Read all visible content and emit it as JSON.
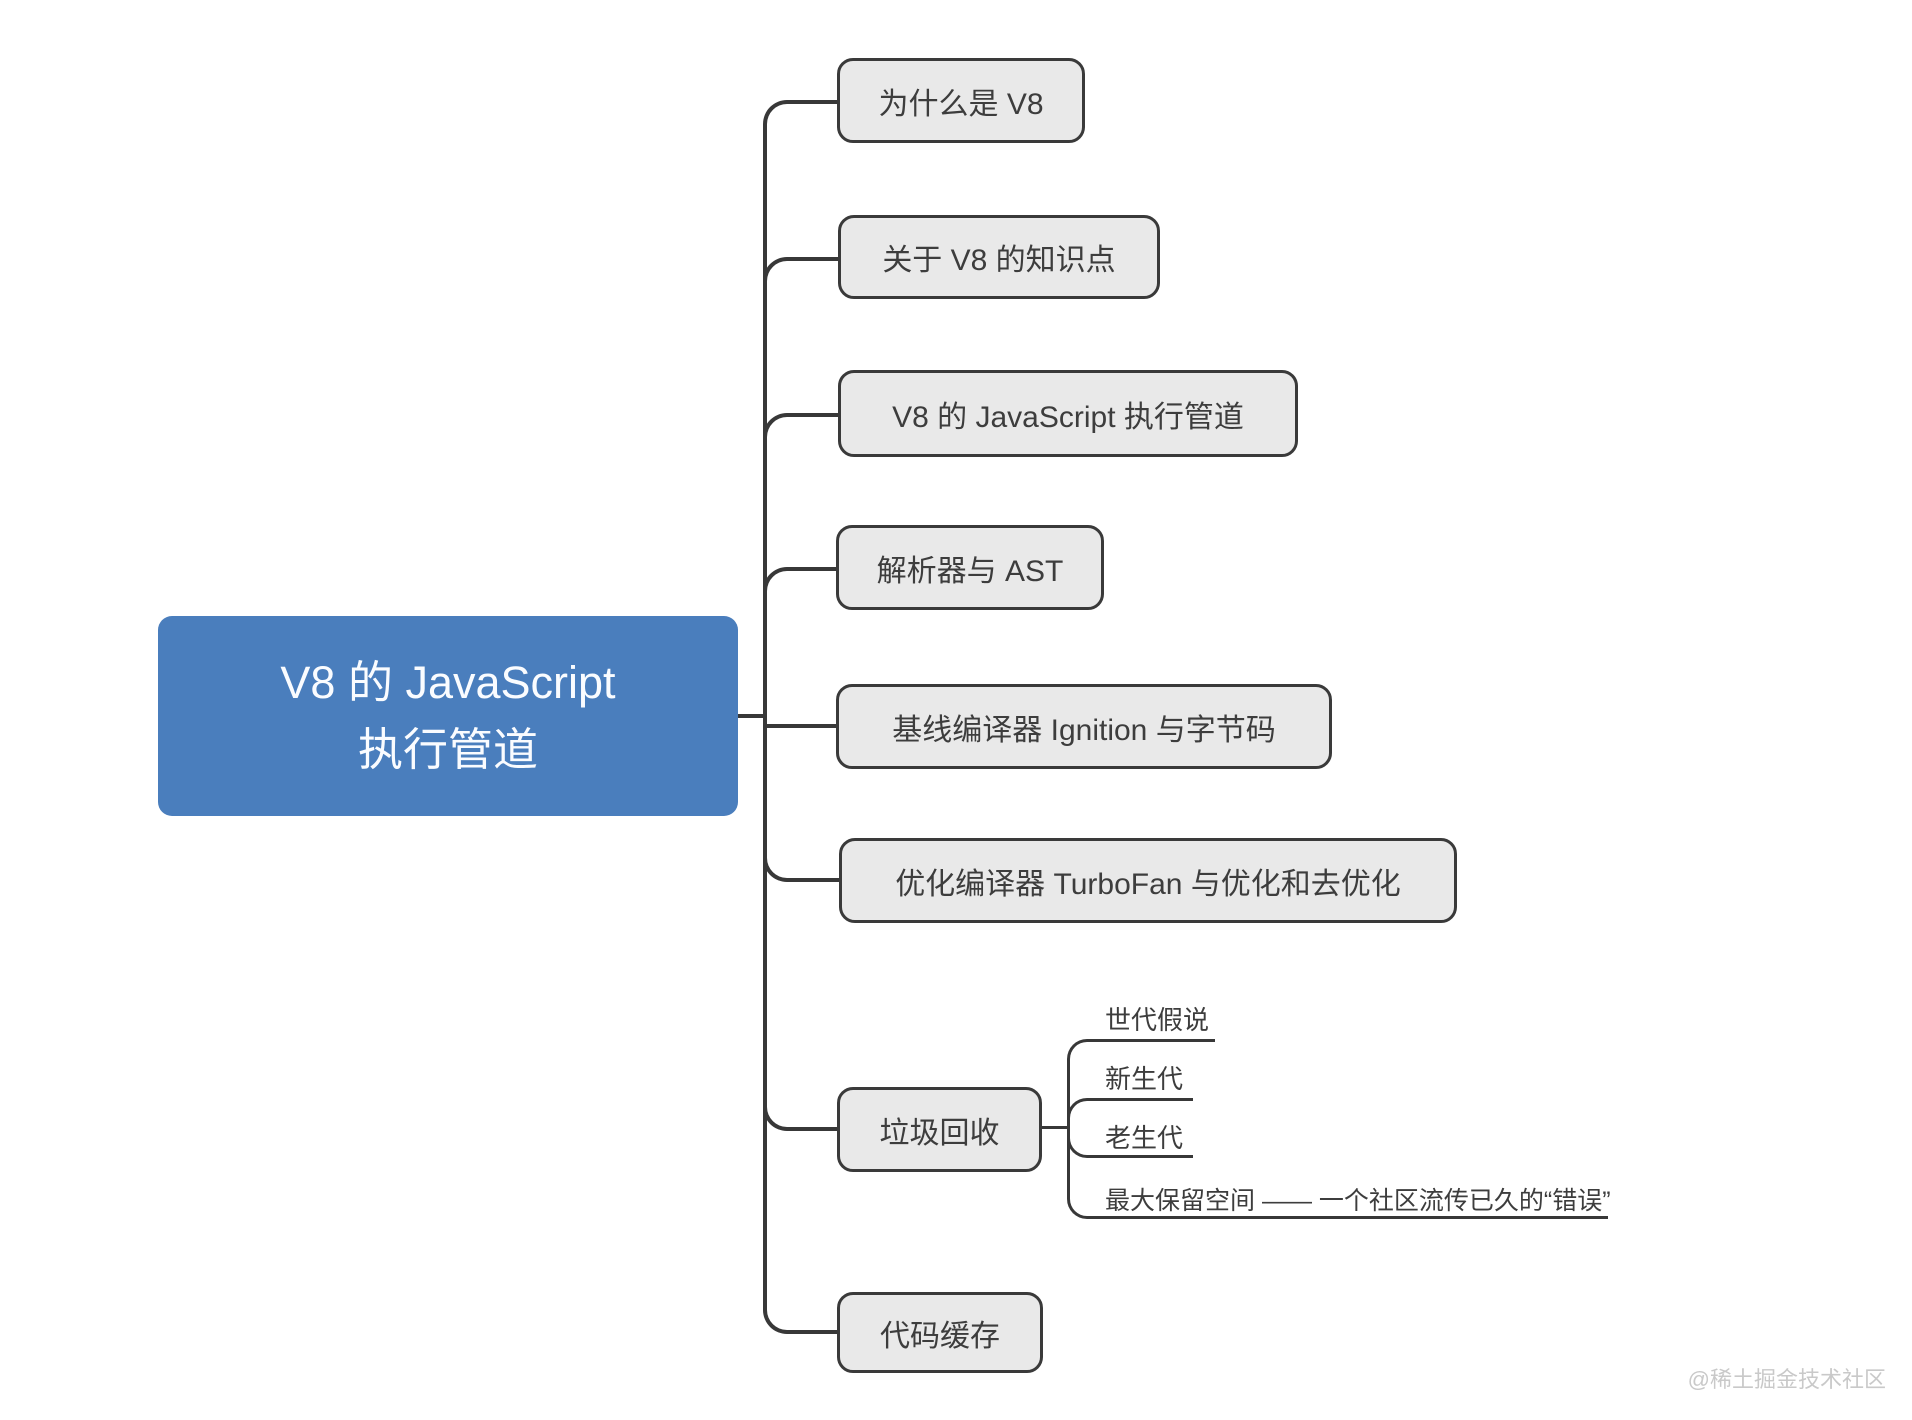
{
  "root": {
    "label_line1": "V8 的 JavaScript",
    "label_line2": "执行管道"
  },
  "branches": [
    {
      "label": "为什么是 V8"
    },
    {
      "label": "关于 V8 的知识点"
    },
    {
      "label": "V8 的 JavaScript 执行管道"
    },
    {
      "label": "解析器与 AST"
    },
    {
      "label": "基线编译器 Ignition 与字节码"
    },
    {
      "label": "优化编译器 TurboFan 与优化和去优化"
    },
    {
      "label": "垃圾回收",
      "children": [
        "世代假说",
        "新生代",
        "老生代",
        "最大保留空间 —— 一个社区流传已久的“错误”"
      ]
    },
    {
      "label": "代码缓存"
    }
  ],
  "watermark": "@稀土掘金技术社区",
  "colors": {
    "root_fill": "#4a7ebd",
    "root_text": "#fafcff",
    "branch_fill": "#e9e9e9",
    "branch_border": "#3a3a3a",
    "branch_text": "#3d3d3d",
    "line": "#383838",
    "watermark": "#c9c9c9",
    "background": "#ffffff"
  }
}
